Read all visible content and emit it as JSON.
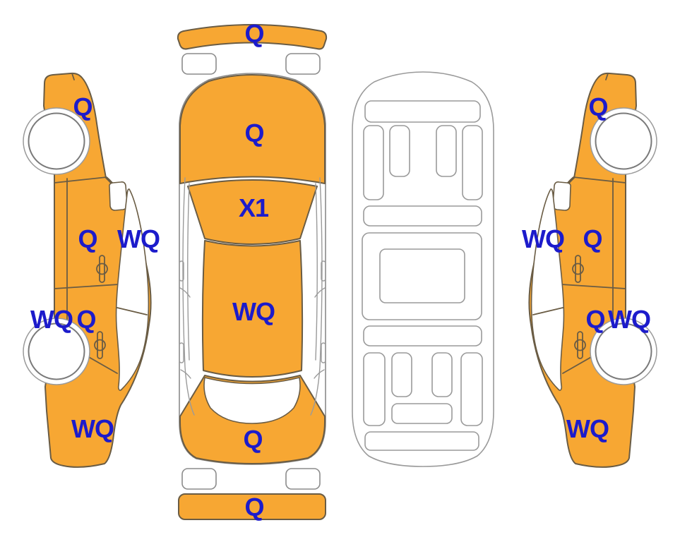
{
  "diagram_title": "Car body damage inspection diagram",
  "damage_codes_visible": [
    "Q",
    "WQ",
    "X1"
  ],
  "colors": {
    "panel_orange": "#f7a733",
    "label_blue": "#1c1bcb",
    "panel_outline": "#6a5c44",
    "detail_gray": "#8c8c8c",
    "background": "#ffffff"
  },
  "views": {
    "left_side": {
      "name": "left side view",
      "labels": [
        {
          "part": "front-fender",
          "text": "Q"
        },
        {
          "part": "front-door",
          "text": "Q"
        },
        {
          "part": "roof-side",
          "text": "WQ"
        },
        {
          "part": "rocker-panel",
          "text": "WQ"
        },
        {
          "part": "rear-door",
          "text": "Q"
        },
        {
          "part": "rear-quarter",
          "text": "WQ"
        }
      ]
    },
    "top": {
      "name": "top view",
      "labels": [
        {
          "part": "front-bumper",
          "text": "Q"
        },
        {
          "part": "hood",
          "text": "Q"
        },
        {
          "part": "windshield",
          "text": "X1"
        },
        {
          "part": "roof",
          "text": "WQ"
        },
        {
          "part": "trunk",
          "text": "Q"
        },
        {
          "part": "rear-bumper",
          "text": "Q"
        }
      ]
    },
    "underbody": {
      "name": "underbody view",
      "labels": []
    },
    "right_side": {
      "name": "right side view",
      "labels": [
        {
          "part": "front-fender",
          "text": "Q"
        },
        {
          "part": "roof-side",
          "text": "WQ"
        },
        {
          "part": "front-door",
          "text": "Q"
        },
        {
          "part": "rear-door",
          "text": "Q"
        },
        {
          "part": "rocker-panel",
          "text": "WQ"
        },
        {
          "part": "rear-quarter",
          "text": "WQ"
        }
      ]
    }
  }
}
